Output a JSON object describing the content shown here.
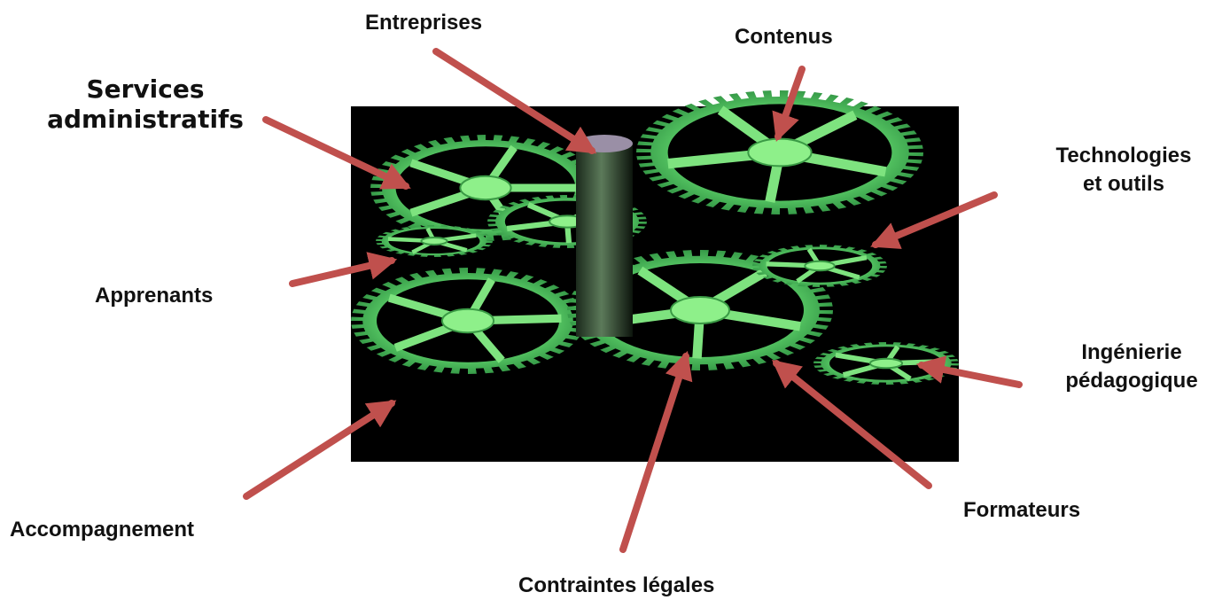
{
  "labels": {
    "services": [
      "Services",
      "administratifs"
    ],
    "entreprises": "Entreprises",
    "contenus": "Contenus",
    "technologies": [
      "Technologies",
      "et outils"
    ],
    "apprenants": "Apprenants",
    "ingenierie": [
      "Ingénierie",
      "pédagogique"
    ],
    "accompagnement": "Accompagnement",
    "formateurs": "Formateurs",
    "contraintes": "Contraintes légales"
  },
  "colors": {
    "arrow": "#c0504d",
    "gear": "#6fe07a",
    "gear_dark": "#2e8f3a",
    "background_photo": "#000000",
    "text": "#111111"
  },
  "photo": {
    "icon": "gears-photo"
  }
}
